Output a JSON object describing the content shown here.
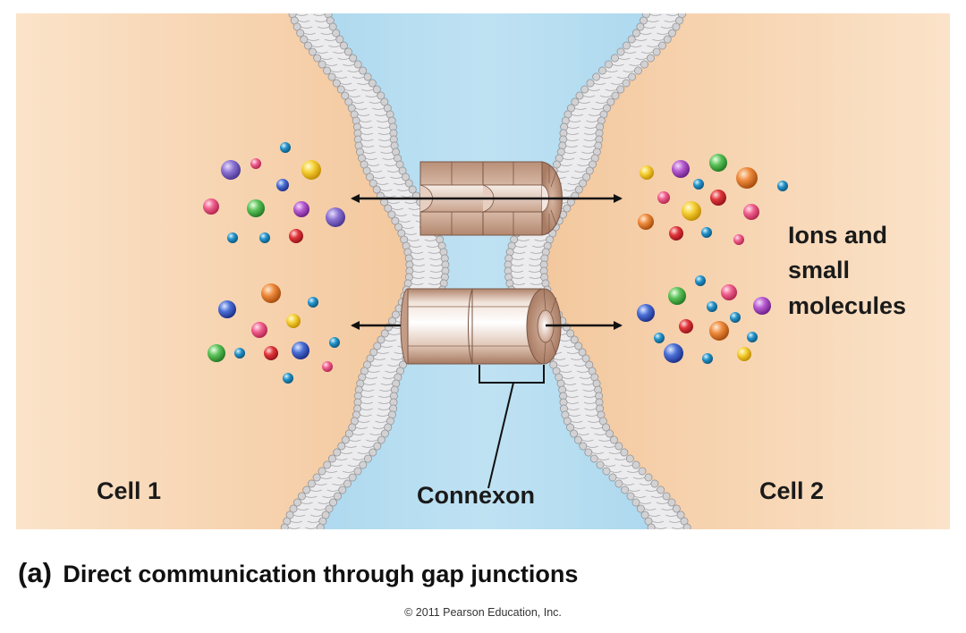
{
  "labels": {
    "cell1": "Cell 1",
    "cell2": "Cell 2",
    "connexon": "Connexon",
    "ions_line1": "Ions and",
    "ions_line2": "small",
    "ions_line3": "molecules"
  },
  "caption": {
    "letter": "(a)",
    "text": "Direct communication through gap junctions"
  },
  "copyright": "© 2011 Pearson Education, Inc.",
  "colors": {
    "cytoplasm": "#f6d2ad",
    "extracellular": "#9ed1ea",
    "membrane_head": "#c9c9cb",
    "connexon_tan": "#b88e76",
    "connexon_light": "#f4e9e2"
  },
  "icons": [
    "ion-sphere",
    "arrow",
    "connexon-channel"
  ]
}
